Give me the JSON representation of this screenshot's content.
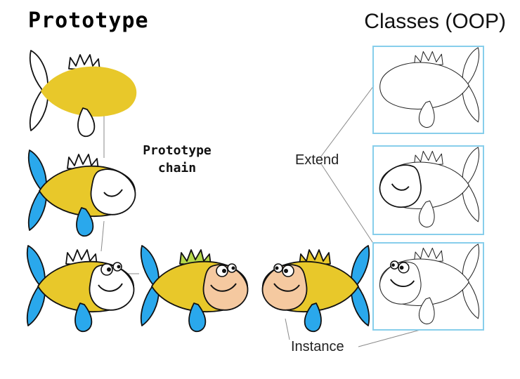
{
  "titles": {
    "prototype": "Prototype",
    "classes": "Classes (OOP)"
  },
  "labels": {
    "prototype_chain_line1": "Prototype",
    "prototype_chain_line2": "chain",
    "extend": "Extend",
    "instance": "Instance"
  },
  "colors": {
    "body_yellow": "#e8c82a",
    "fin_blue": "#2aa8ec",
    "face_peach": "#f5c9a0",
    "spike_green": "#b6d84a",
    "box_border": "#87ceeb",
    "connector": "#8a8a8a"
  }
}
